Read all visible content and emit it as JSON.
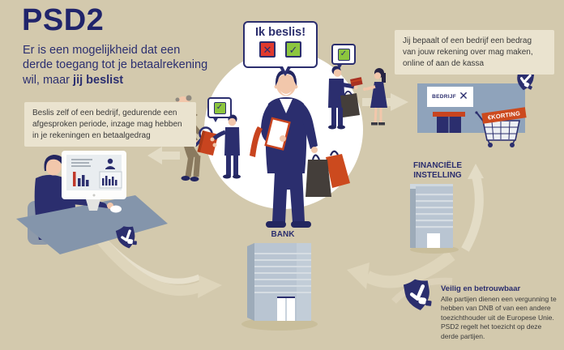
{
  "header": {
    "title": "PSD2",
    "subtitle_lines": [
      "Er is een mogelijkheid dat een",
      "derde toegang tot je betaalrekening",
      "wil, maar "
    ],
    "subtitle_emphasis": "jij beslist"
  },
  "callouts": {
    "inzage_lines": [
      "Beslis zelf of een bedrijf, gedurende een",
      "afgesproken periode, inzage mag hebben",
      "in je rekeningen en betaalgedrag"
    ],
    "betaling_lines": [
      "Jij bepaalt of een bedrijf een bedrag",
      "van jouw rekening over mag maken,",
      "online of aan de kassa"
    ]
  },
  "speech_bubble": {
    "text": "Ik beslis!",
    "reject_glyph": "✕",
    "approve_glyph": "✓"
  },
  "consent_badge": {
    "approve_glyph": "✓"
  },
  "store": {
    "sign_text": "BEDRIJF",
    "sign_mark": "✕",
    "cart_banner": "€KORTING"
  },
  "buildings": {
    "financial_institution_lines": [
      "FINANCIËLE",
      "INSTELLING"
    ],
    "bank_label": "BANK"
  },
  "trust": {
    "heading": "Veilig en betrouwbaar",
    "body_lines": [
      "Alle partijen dienen een vergunning te",
      "hebben van DNB of van een andere",
      "toezichthouder uit de Europese Unie.",
      "PSD2 regelt het toezicht op deze",
      "derde partijen."
    ]
  },
  "colors": {
    "background": "#d3c9ad",
    "panel": "#eae3cf",
    "navy": "#2b2e6e",
    "title_navy": "#20246b",
    "orange_red": "#cc4a1e",
    "reject_red": "#e0392d",
    "approve_green": "#8cc63e",
    "store_blue": "#8fa3bb",
    "building_blue": "#b9c5d2",
    "desk_blue": "#8495ab",
    "swoosh_beige": "#ded5bb",
    "text_dark": "#3a3a3a"
  }
}
